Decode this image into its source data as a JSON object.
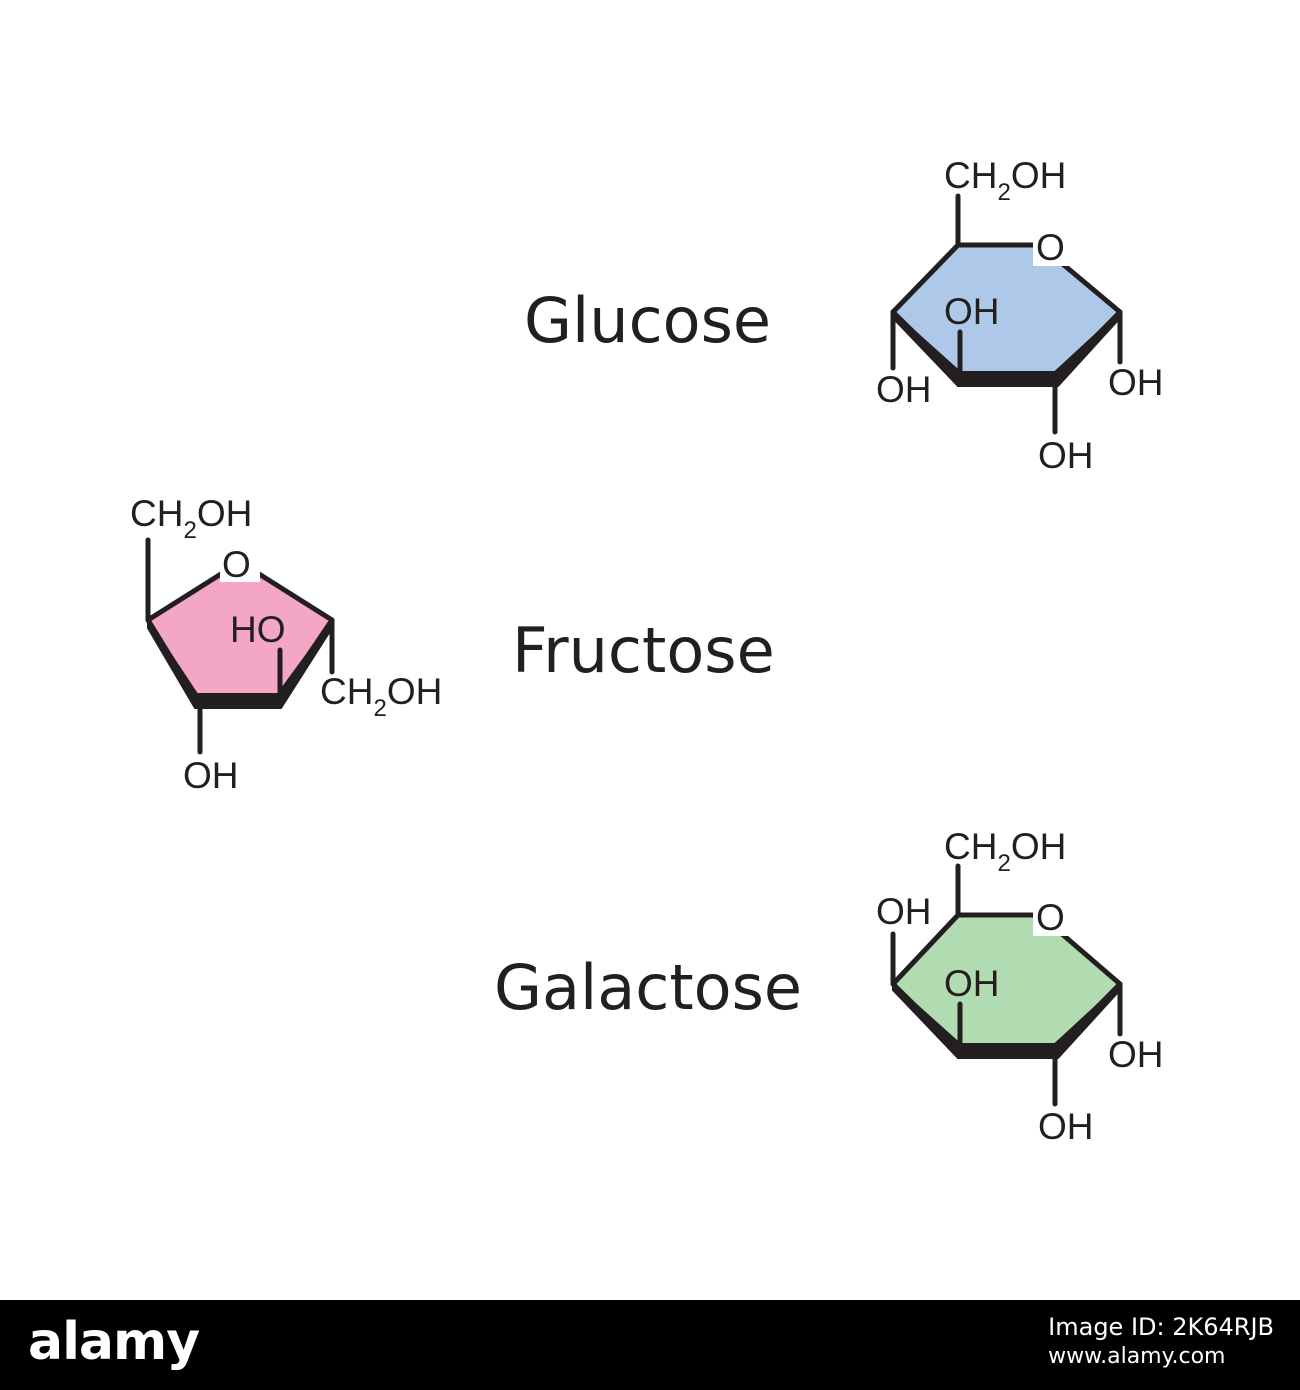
{
  "molecules": {
    "glucose": {
      "name": "Glucose",
      "fill": "#aec8e9",
      "ring_oxygen": "O",
      "ch2oh": {
        "main": "CH",
        "sub": "2",
        "tail": "OH"
      },
      "oh_inner": "OH",
      "oh_left": "OH",
      "oh_right": "OH",
      "oh_bottom": "OH"
    },
    "fructose": {
      "name": "Fructose",
      "fill": "#f4a6c7",
      "ring_oxygen": "O",
      "ch2oh_top": {
        "main": "CH",
        "sub": "2",
        "tail": "OH"
      },
      "ho_inner": "HO",
      "ch2oh_right": {
        "main": "CH",
        "sub": "2",
        "tail": "OH"
      },
      "oh_bottom": "OH"
    },
    "galactose": {
      "name": "Galactose",
      "fill": "#b1dbb0",
      "ring_oxygen": "O",
      "ch2oh": {
        "main": "CH",
        "sub": "2",
        "tail": "OH"
      },
      "oh_top_left": "OH",
      "oh_inner": "OH",
      "oh_right": "OH",
      "oh_bottom": "OH"
    }
  },
  "footer": {
    "logo": "alamy",
    "image_id": "Image ID: 2K64RJB",
    "url": "www.alamy.com"
  }
}
